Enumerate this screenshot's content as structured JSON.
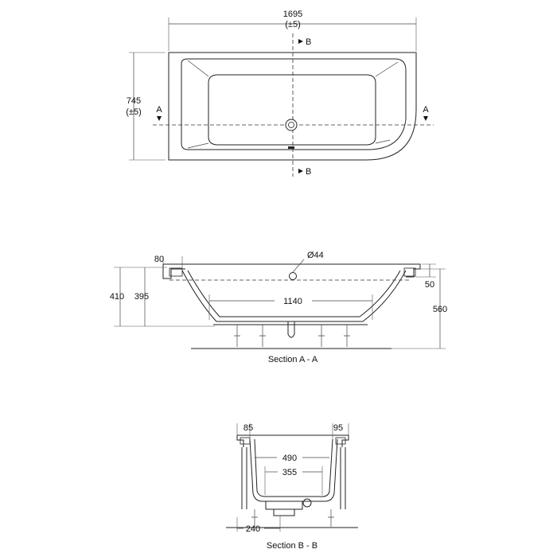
{
  "plan": {
    "width_value": "1695",
    "width_tolerance": "(±5)",
    "depth_value": "745",
    "depth_tolerance": "(±5)",
    "marker_a": "A",
    "marker_b": "B"
  },
  "section_a": {
    "rim_80": "80",
    "outlet_dia": "Ø44",
    "height_410": "410",
    "depth_395": "395",
    "floor_length_1140": "1140",
    "rim_50": "50",
    "total_height_560": "560",
    "caption": "Section A - A"
  },
  "section_b": {
    "rim_85": "85",
    "rim_95": "95",
    "inner_490": "490",
    "floor_355": "355",
    "leg_240": "240",
    "caption": "Section B - B"
  }
}
